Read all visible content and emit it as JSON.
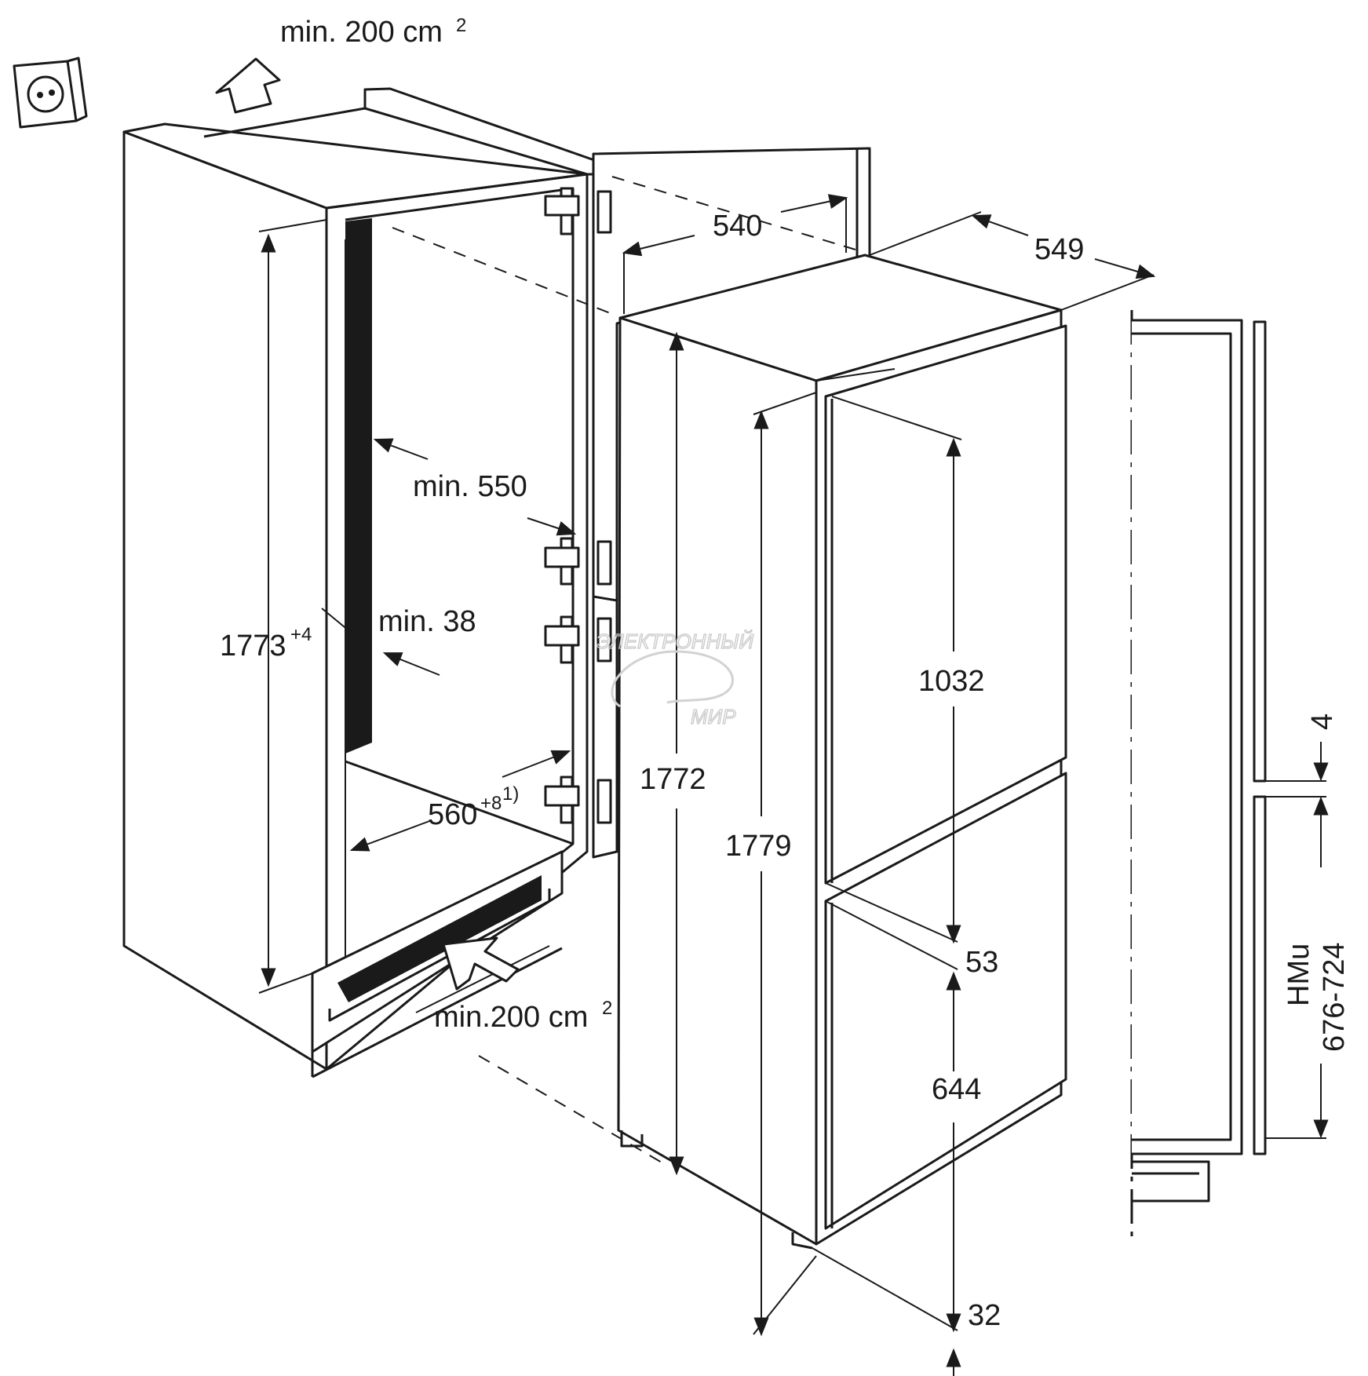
{
  "labels": {
    "vent_top": "min. 200 cm",
    "vent_top_sup": "2",
    "vent_bottom": "min.200 cm",
    "vent_bottom_sup": "2",
    "niche_height": "1773",
    "niche_height_sup": "+4",
    "min_depth": "min. 550",
    "min_side": "min. 38",
    "niche_width": "560",
    "niche_width_sup": "+8",
    "niche_width_note": "1)",
    "width": "540",
    "depth": "549",
    "appliance_height": "1772",
    "total_height": "1779",
    "upper_door": "1032",
    "door_gap": "53",
    "lower_door": "644",
    "plinth": "32",
    "gap_4": "4",
    "hmu_title": "HMu",
    "hmu_range": "676-724"
  },
  "watermark": {
    "top": "ЭЛЕКТРОННЫЙ",
    "bottom": "МИР"
  }
}
